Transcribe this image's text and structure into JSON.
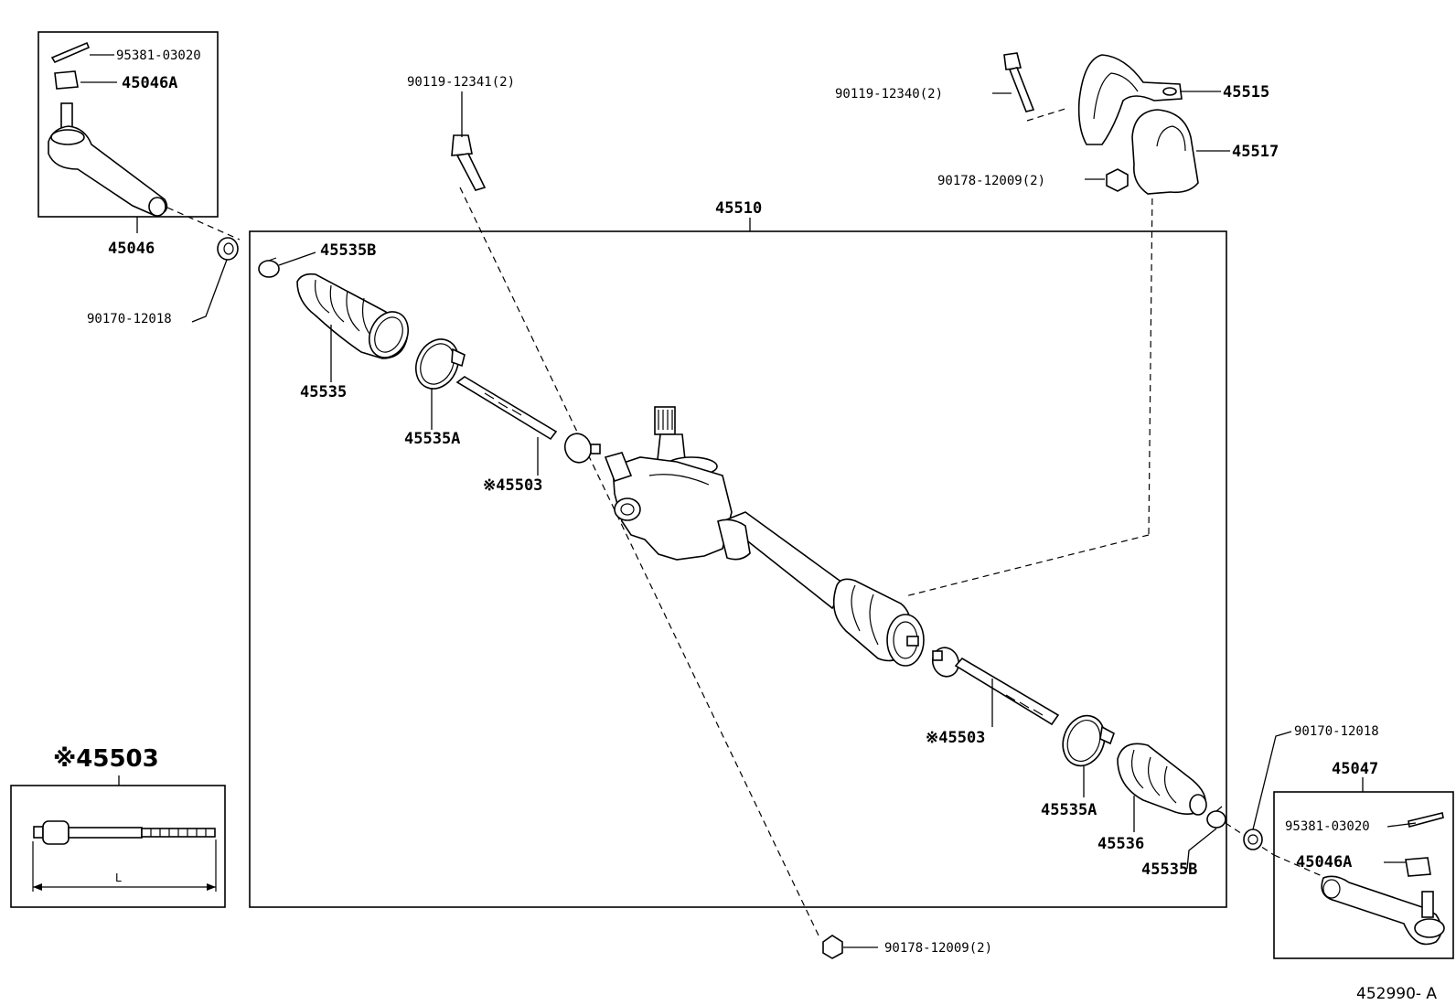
{
  "diagram": {
    "assembly_label": "45510",
    "reference_code": "452990- A",
    "labels": {
      "tie_end_lh_cotter": "95381-03020",
      "tie_end_lh_nut": "45046A",
      "tie_end_lh": "45046",
      "nut_lh": "90170-12018",
      "bolt_top": "90119-12341(2)",
      "bracket_bolt": "90119-12340(2)",
      "bracket": "45515",
      "bushing": "45517",
      "bracket_nut": "90178-12009(2)",
      "clip_lh": "45535B",
      "boot_lh": "45535",
      "clamp_lh": "45535A",
      "rod_lh": "※45503",
      "rod_rh": "※45503",
      "clamp_rh": "45535A",
      "boot_rh": "45536",
      "clip_rh": "45535B",
      "nut_rh": "90170-12018",
      "tie_end_rh": "45047",
      "tie_end_rh_cotter": "95381-03020",
      "tie_end_rh_nut": "45046A",
      "bottom_nut": "90178-12009(2)"
    },
    "detail": {
      "title": "※45503",
      "dimension_label": "L"
    }
  }
}
